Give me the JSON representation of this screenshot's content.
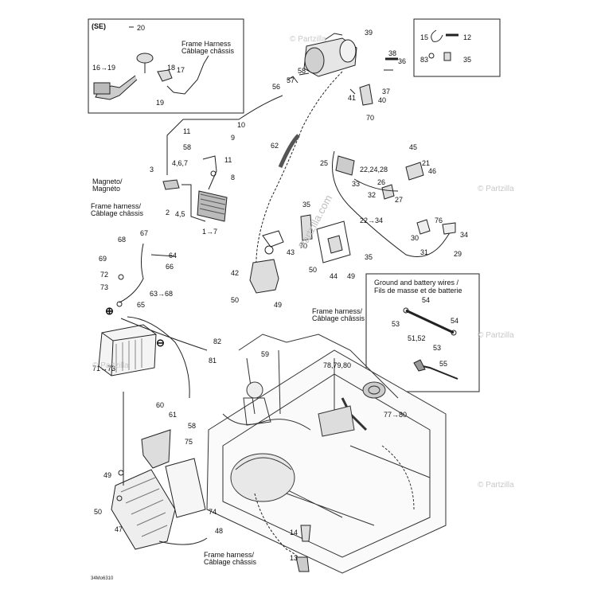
{
  "se_box": {
    "title": "(SE)",
    "frame_harness_en": "Frame Harness",
    "frame_harness_fr": "Câblage châssis"
  },
  "ground_box": {
    "title_en": "Ground and battery wires /",
    "title_fr": "Fils de masse et de batterie"
  },
  "callouts": {
    "magneto_en": "Magneto/",
    "magneto_fr": "Magnéto",
    "frame_harness_left_en": "Frame harness/",
    "frame_harness_left_fr": "Câblage châssis",
    "frame_harness_mid_en": "Frame harness/",
    "frame_harness_mid_fr": "Câblage châssis",
    "frame_harness_bottom_en": "Frame harness/",
    "frame_harness_bottom_fr": "Câblage châssis"
  },
  "part_numbers": {
    "p20": "20",
    "p16_19": "16→19",
    "p18": "18",
    "p17": "17",
    "p19": "19",
    "p15": "15",
    "p12": "12",
    "p83": "83",
    "p35a": "35",
    "p39": "39",
    "p38": "38",
    "p36": "36",
    "p58a": "58",
    "p57": "57",
    "p56": "56",
    "p37": "37",
    "p41": "41",
    "p40": "40",
    "p70": "70",
    "p11a": "11",
    "p10": "10",
    "p9": "9",
    "p58b": "58",
    "p11b": "11",
    "p8": "8",
    "p3": "3",
    "p4_6_7": "4,6,7",
    "p2": "2",
    "p4_5": "4,5",
    "p1_7": "1→7",
    "p62": "62",
    "p45": "45",
    "p25": "25",
    "p21": "21",
    "p22_24_28": "22,24,28",
    "p46": "46",
    "p33": "33",
    "p26": "26",
    "p32": "32",
    "p27": "27",
    "p22_34": "22→34",
    "p30": "30",
    "p76": "76",
    "p34": "34",
    "p29": "29",
    "p31": "31",
    "p35b": "35",
    "p35c": "35",
    "p70b": "70",
    "p68": "68",
    "p67": "67",
    "p64": "64",
    "p66": "66",
    "p69": "69",
    "p72": "72",
    "p73": "73",
    "p63_68": "63→68",
    "p65": "65",
    "p43": "43",
    "p42": "42",
    "p50a": "50",
    "p49a": "49",
    "p44": "44",
    "p50b": "50",
    "p49b": "49",
    "p54a": "54",
    "p53a": "53",
    "p54b": "54",
    "p51_52": "51,52",
    "p53b": "53",
    "p55": "55",
    "p82": "82",
    "p81": "81",
    "p59": "59",
    "p78_79_80": "78,79,80",
    "p77_80": "77→80",
    "p71_73": "71→73",
    "p60": "60",
    "p61": "61",
    "p58c": "58",
    "p75": "75",
    "p49c": "49",
    "p50c": "50",
    "p47": "47",
    "p74": "74",
    "p48": "48",
    "p14": "14",
    "p13": "13"
  },
  "symbols": {
    "plus": "⊕",
    "minus": "⊖"
  },
  "reference_code": "34Mo6310",
  "watermark": {
    "brand": "© Partzilla",
    "brand_com": "Partzilla.com"
  }
}
